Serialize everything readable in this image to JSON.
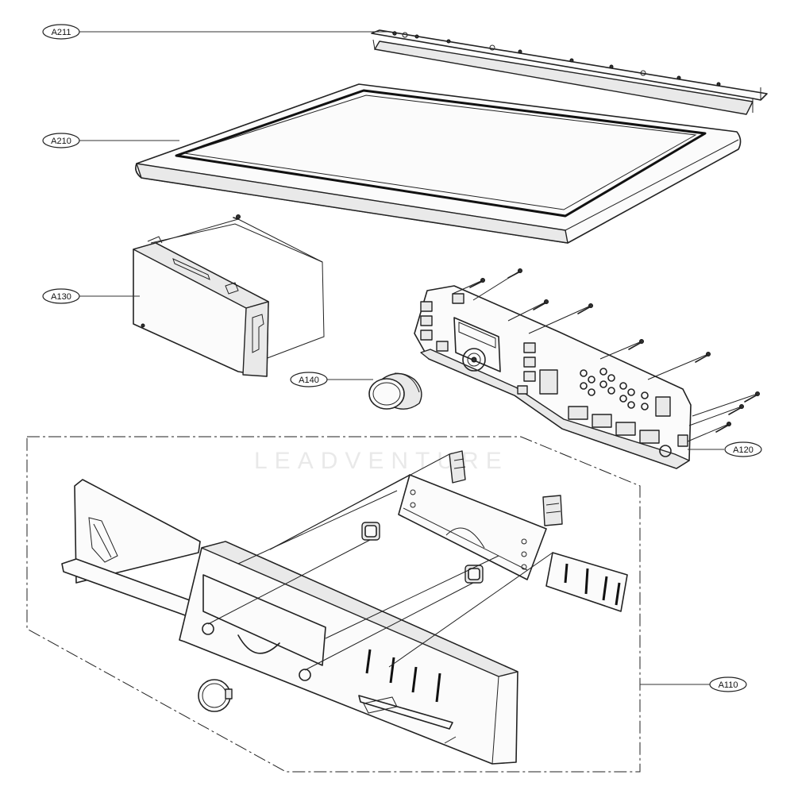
{
  "labels": {
    "a211": "A211",
    "a210": "A210",
    "a130": "A130",
    "a140": "A140",
    "a120": "A120",
    "a110": "A110"
  },
  "watermark": "LEADVENTURE",
  "colors": {
    "line": "#222222",
    "background": "#ffffff"
  }
}
